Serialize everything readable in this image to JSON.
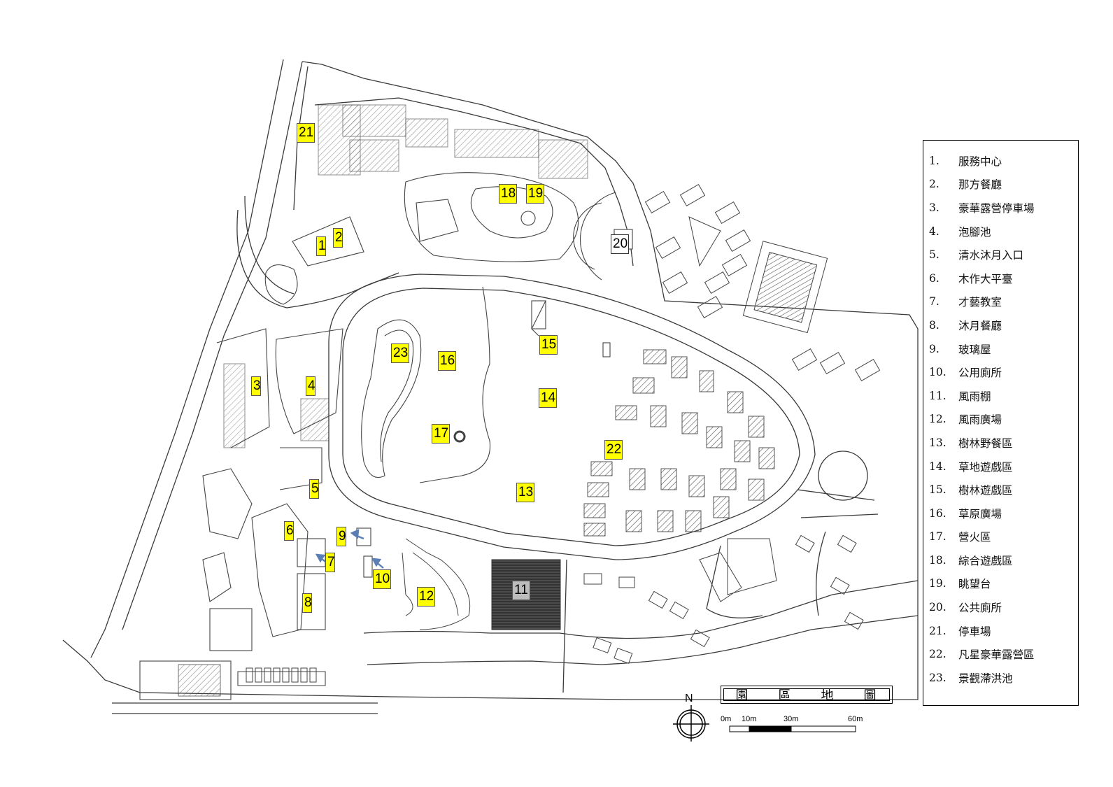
{
  "map_title": [
    "園",
    "區",
    "地",
    "圖"
  ],
  "north": "N",
  "scale_labels": [
    "0m",
    "10m",
    "30m",
    "60m"
  ],
  "legend": [
    {
      "num": "1.",
      "name": "服務中心"
    },
    {
      "num": "2.",
      "name": "那方餐廳"
    },
    {
      "num": "3.",
      "name": "豪華露營停車場"
    },
    {
      "num": "4.",
      "name": "泡腳池"
    },
    {
      "num": "5.",
      "name": "清水沐月入口"
    },
    {
      "num": "6.",
      "name": "木作大平臺"
    },
    {
      "num": "7.",
      "name": "才藝教室"
    },
    {
      "num": "8.",
      "name": "沐月餐廳"
    },
    {
      "num": "9.",
      "name": "玻璃屋"
    },
    {
      "num": "10.",
      "name": "公用廁所"
    },
    {
      "num": "11.",
      "name": "風雨棚"
    },
    {
      "num": "12.",
      "name": "風雨廣場"
    },
    {
      "num": "13.",
      "name": "樹林野餐區"
    },
    {
      "num": "14.",
      "name": "草地遊戲區"
    },
    {
      "num": "15.",
      "name": "樹林遊戲區"
    },
    {
      "num": "16.",
      "name": "草原廣場"
    },
    {
      "num": "17.",
      "name": "營火區"
    },
    {
      "num": "18.",
      "name": "綜合遊戲區"
    },
    {
      "num": "19.",
      "name": "眺望台"
    },
    {
      "num": "20.",
      "name": "公共廁所"
    },
    {
      "num": "21.",
      "name": "停車場"
    },
    {
      "num": "22.",
      "name": "凡星豪華露營區"
    },
    {
      "num": "23.",
      "name": "景觀滯洪池"
    }
  ],
  "markers": [
    {
      "label": "1",
      "style": "yellow"
    },
    {
      "label": "2",
      "style": "yellow"
    },
    {
      "label": "3",
      "style": "yellow"
    },
    {
      "label": "4",
      "style": "yellow"
    },
    {
      "label": "5",
      "style": "yellow"
    },
    {
      "label": "6",
      "style": "yellow"
    },
    {
      "label": "7",
      "style": "yellow"
    },
    {
      "label": "8",
      "style": "yellow"
    },
    {
      "label": "9",
      "style": "yellow"
    },
    {
      "label": "10",
      "style": "yellow"
    },
    {
      "label": "11",
      "style": "gray"
    },
    {
      "label": "12",
      "style": "yellow"
    },
    {
      "label": "13",
      "style": "yellow"
    },
    {
      "label": "14",
      "style": "yellow"
    },
    {
      "label": "15",
      "style": "yellow"
    },
    {
      "label": "16",
      "style": "yellow"
    },
    {
      "label": "17",
      "style": "yellow"
    },
    {
      "label": "18",
      "style": "yellow"
    },
    {
      "label": "19",
      "style": "yellow"
    },
    {
      "label": "20",
      "style": "white"
    },
    {
      "label": "21",
      "style": "yellow"
    },
    {
      "label": "22",
      "style": "yellow"
    },
    {
      "label": "23",
      "style": "yellow"
    }
  ],
  "colors": {
    "marker_fill": "#ffff00",
    "pavilion_marker": "#bdbdbd",
    "line": "#3a3a3a",
    "arrow": "#5b7fb4"
  }
}
